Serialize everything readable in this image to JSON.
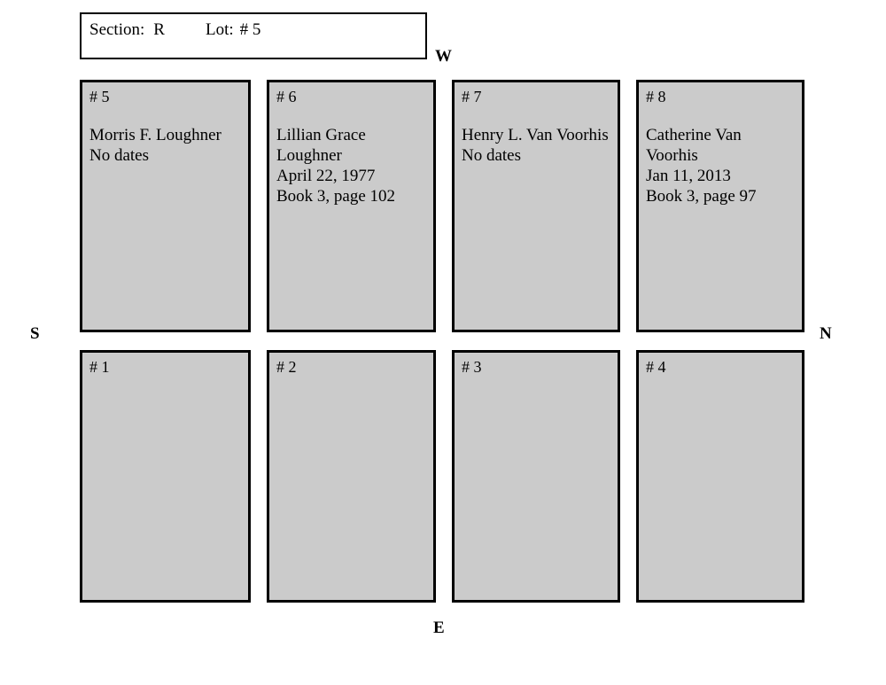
{
  "header": {
    "section_label": "Section:",
    "section_value": "R",
    "lot_label": "Lot:",
    "lot_value": "# 5"
  },
  "compass": {
    "north": "N",
    "south": "S",
    "east": "E",
    "west": "W"
  },
  "colors": {
    "plot_fill": "#cbcbcb",
    "plot_border": "#000000",
    "header_fill": "#ffffff",
    "page_background": "#ffffff",
    "text": "#000000"
  },
  "plots": {
    "top_row": [
      {
        "number": "# 5",
        "lines": [
          "Morris F. Loughner",
          "No dates"
        ]
      },
      {
        "number": "# 6",
        "lines": [
          "Lillian Grace",
          "Loughner",
          "April 22, 1977",
          "Book 3, page 102"
        ]
      },
      {
        "number": "# 7",
        "lines": [
          "Henry L. Van Voorhis",
          "No dates"
        ]
      },
      {
        "number": "# 8",
        "lines": [
          "Catherine Van",
          "Voorhis",
          "Jan 11, 2013",
          "Book 3, page 97"
        ]
      }
    ],
    "bottom_row": [
      {
        "number": "# 1",
        "lines": []
      },
      {
        "number": "# 2",
        "lines": []
      },
      {
        "number": "# 3",
        "lines": []
      },
      {
        "number": "# 4",
        "lines": []
      }
    ]
  }
}
